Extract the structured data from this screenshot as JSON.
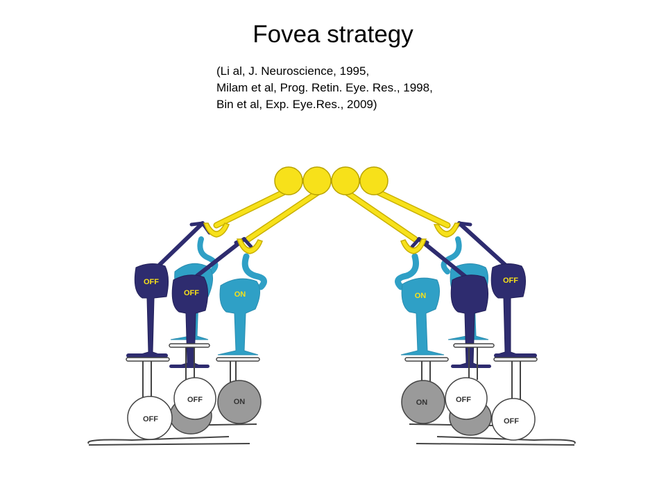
{
  "title": "Fovea strategy",
  "citations": [
    " (Li al, J. Neuroscience, 1995,",
    "Milam et al, Prog. Retin. Eye. Res., 1998,",
    "Bin et al, Exp. Eye.Res., 2009)"
  ],
  "labels": {
    "off": "OFF",
    "on": "ON"
  },
  "colors": {
    "cone": "#f7e11a",
    "cone_stroke": "#c9b000",
    "bipolar_off": "#2e2c6f",
    "bipolar_on": "#2fa0c6",
    "ganglion_off": "#ffffff",
    "ganglion_on": "#9a9a9a",
    "outline": "#333333"
  }
}
